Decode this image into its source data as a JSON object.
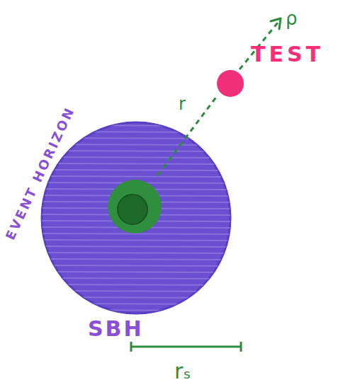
{
  "diagram": {
    "nodes": [
      {
        "text": [
          "TEST"
        ]
      },
      {
        "text": [
          "EVENT HORIZON",
          "SBH"
        ]
      }
    ],
    "labels": [
      "r",
      "ρ",
      "rₛ"
    ]
  }
}
